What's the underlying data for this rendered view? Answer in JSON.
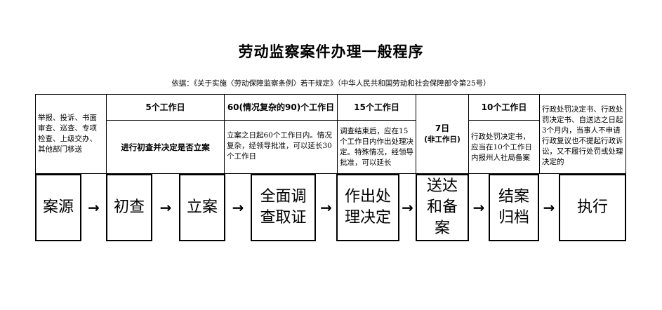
{
  "title": "劳动监察案件办理一般程序",
  "basis": "依据：《关于实施〈劳动保障监察条例〉若干规定》（中华人民共和国劳动和社会保障部令第25号）",
  "top_row": {
    "source_desc": "举报、投诉、书面审查、巡查、专项检查、上级交办、其他部门移送",
    "stage1_header": "5个工作日",
    "stage1_desc": "进行初查并决定是否立案",
    "stage2_header": "60(情况复杂的90)个工作日",
    "stage2_desc": "立案之日起60个工作日内。情况复杂，经领导批准，可以延长30个工作日",
    "stage3_header": "15个工作日",
    "stage3_desc": "调查结束后，应在15个工作日内作出处理决定。特殊情况，经领导批准，可以延长",
    "stage4_line1": "7日",
    "stage4_line2": "(非工作日)",
    "stage5_header": "10个工作日",
    "stage5_desc": "行政处罚决定书，应当在10个工作日内报州人社局备案",
    "stage6_desc": "行政处罚决定书、行政处罚决定书、自送达之日起3个月内，当事人不申请行政复议也不提起行政诉讼，又不履行处罚或处理决定的"
  },
  "steps": {
    "source": "案源",
    "preliminary": "初查",
    "filing": "立案",
    "investigation": "全面调查取证",
    "decision": "作出处理决定",
    "delivery": "送达和备案",
    "closing": "结案归档",
    "execution": "执行"
  },
  "arrow_glyph": "→"
}
